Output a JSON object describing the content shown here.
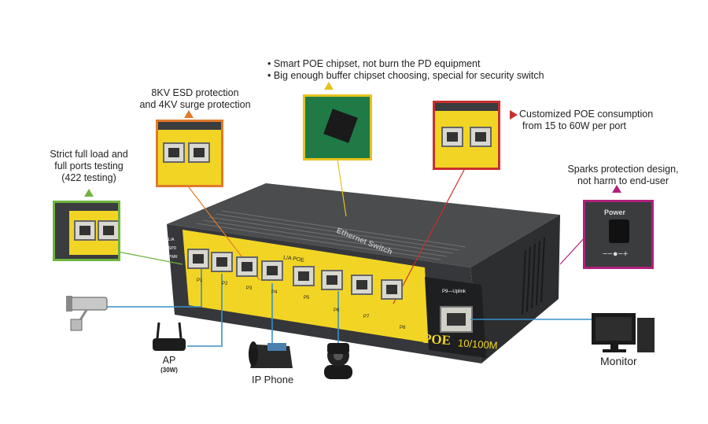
{
  "callouts": {
    "testing": [
      "Strict full load and",
      "full ports testing",
      "(422 testing)"
    ],
    "esd": [
      "8KV ESD protection",
      "and 4KV surge protection"
    ],
    "chipset": [
      "• Smart POE chipset, not burn the PD equipment",
      "• Big enough buffer chipset choosing, special for security switch"
    ],
    "consumption": [
      "Customized POE consumption",
      "from 15 to 60W per port"
    ],
    "sparks": [
      "Sparks protection design,",
      "not harm to end-user"
    ]
  },
  "switch": {
    "top_label": "Ethernet Switch",
    "brand_label": "POE",
    "speed_label": "10/100M",
    "uplink_label": "P9—Uplink",
    "lan_poe_label": "L/A  POE",
    "led_labels": [
      "L/A",
      "SPD",
      "PWR"
    ],
    "port_labels": [
      "P1",
      "P2",
      "P3",
      "P4",
      "P5",
      "P6",
      "P7",
      "P8"
    ]
  },
  "power_panel": {
    "label": "Power",
    "polarity": "−−●−+"
  },
  "devices": {
    "ap": "AP",
    "ap_sub": "(30W)",
    "phone": "IP Phone",
    "monitor": "Monitor"
  },
  "colors": {
    "green": "#6fb33f",
    "orange": "#e07a2a",
    "yellow": "#e6c21c",
    "red": "#c9302c",
    "magenta": "#b0207a",
    "blue_line": "#3a8fc6",
    "switch_yellow": "#f2d524",
    "switch_body": "#3c3e40"
  }
}
